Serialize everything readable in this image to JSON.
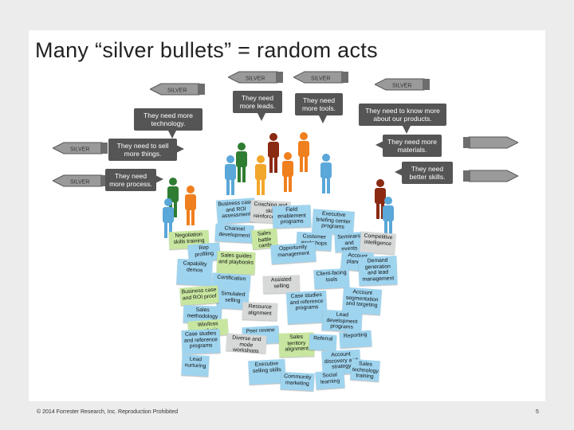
{
  "title": "Many “silver bullets” = random acts",
  "bullet_label": "SILVER",
  "bubbles": [
    {
      "id": "tech",
      "text": "They need more technology."
    },
    {
      "id": "sell",
      "text": "They need to sell more things."
    },
    {
      "id": "process",
      "text": "They need more process."
    },
    {
      "id": "leads",
      "text": "They need more leads."
    },
    {
      "id": "tools",
      "text": "They need more tools."
    },
    {
      "id": "know",
      "text": "They need to know more about our products."
    },
    {
      "id": "materials",
      "text": "They need more materials."
    },
    {
      "id": "skills",
      "text": "They need better skills."
    }
  ],
  "notes": [
    "Business case and ROI assessment",
    "Coaching and skill reinforcement",
    "Field enablement programs",
    "Executive briefing center programs",
    "Channel development",
    "Sales battle cards",
    "Negotiation skills training",
    "Customer workshops",
    "Seminars and events",
    "Competitive intelligence",
    "Rep profiling",
    "Sales guides and playbooks",
    "Opportunity management",
    "Account planning",
    "Demand generation and lead management",
    "Capability demos",
    "Client-facing tools",
    "Certification",
    "Assisted selling",
    "Simulated selling",
    "Business case and ROI proof",
    "Resource alignment",
    "Case studies and reference programs",
    "Account segmentation and targeting",
    "Sales methodology",
    "Win/loss analysis",
    "Lead development programs",
    "Peer review",
    "Diverse and mode workshops",
    "Sales territory alignment",
    "Referral",
    "Reporting",
    "Case studies and reference programs",
    "Lead nurturing",
    "Account discovery and strategy",
    "Sales technology training",
    "Executive selling skills",
    "Community marketing",
    "Social learning"
  ],
  "footer": {
    "copyright": "© 2014 Forrester Research, Inc. Reproduction Prohibited",
    "page": "5"
  }
}
